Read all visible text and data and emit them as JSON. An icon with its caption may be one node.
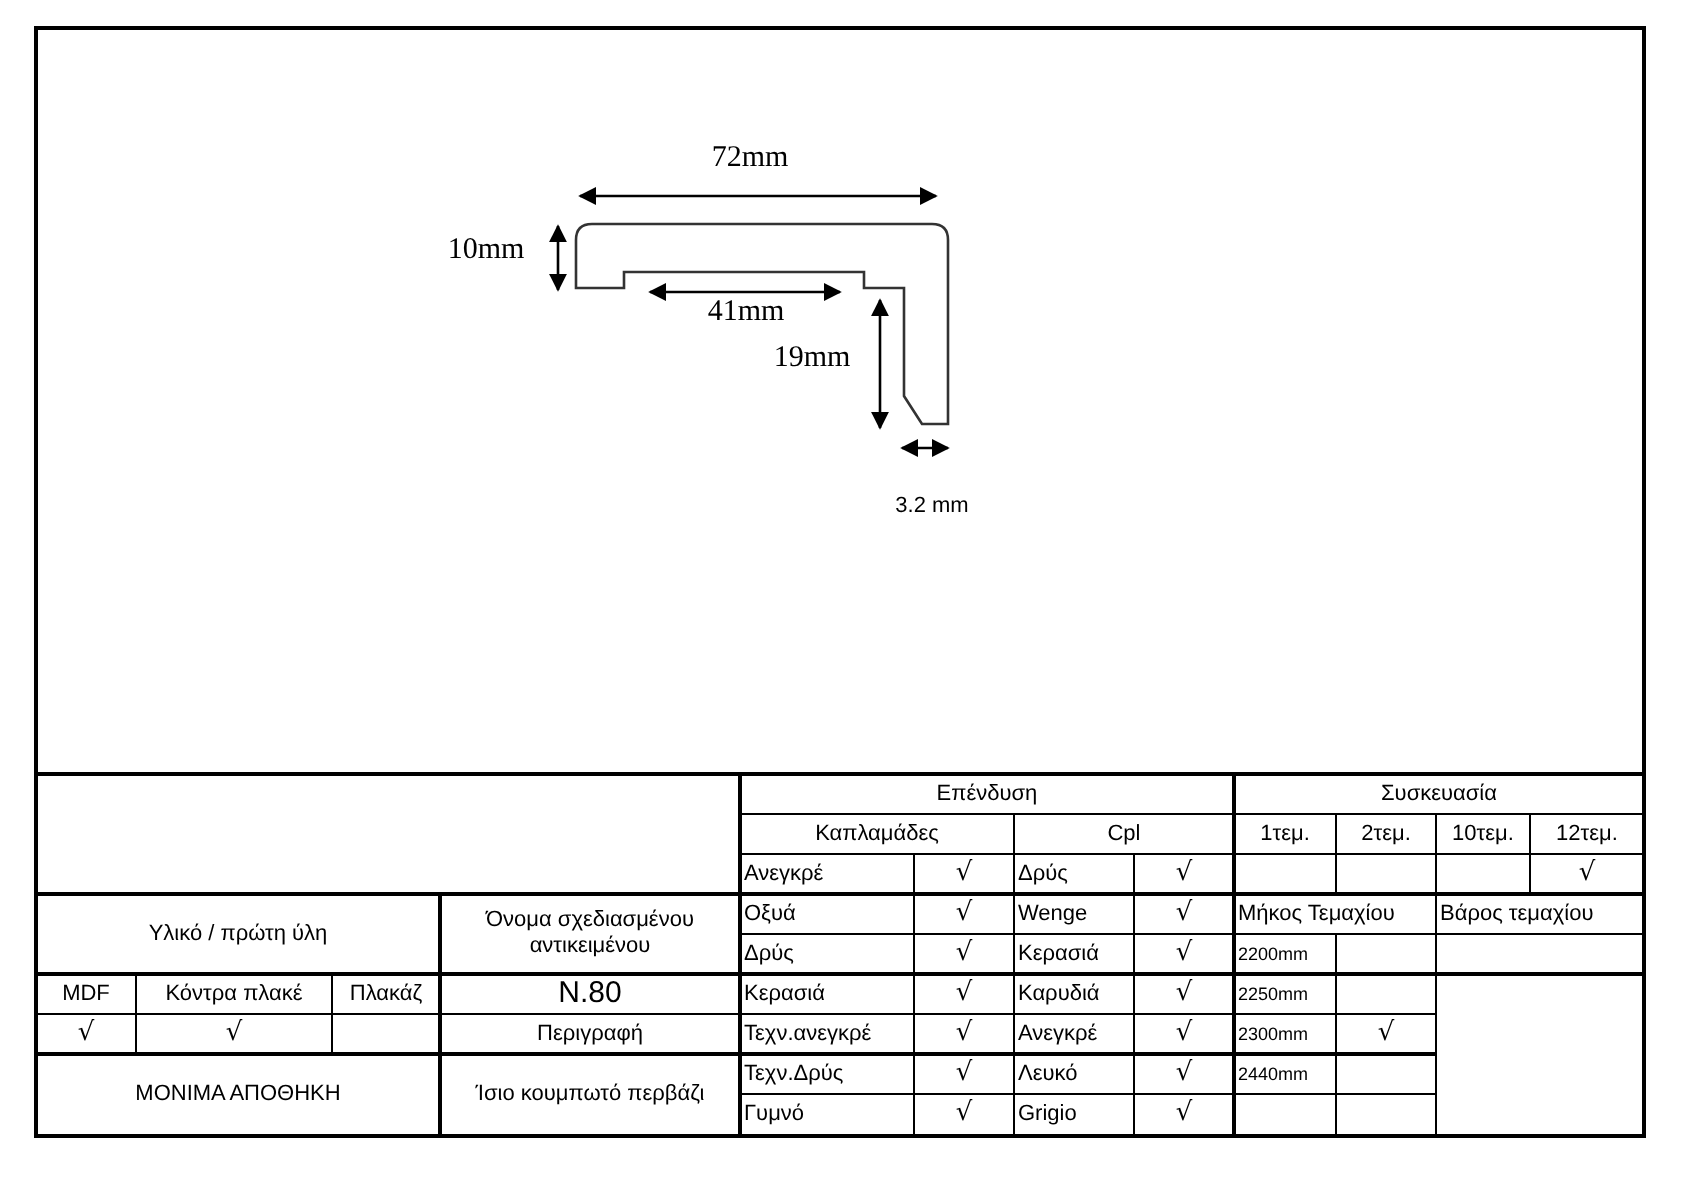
{
  "diagram": {
    "labels": [
      "72mm",
      "10mm",
      "41mm",
      "19mm",
      "3.2 mm",
      "Επένδυση",
      "Συσκευασία",
      "Καπλαμάδες",
      "Cpl",
      "1τεμ.",
      "2τεμ.",
      "10τεμ.",
      "12τεμ.",
      "Ανεγκρέ",
      "√",
      "Δρύς",
      "√",
      "√",
      "Υλικό / πρώτη ύλη",
      "Όνομα σχεδιασμένου αντικειμένου",
      "Οξυά",
      "√",
      "Wenge",
      "√",
      "Μήκος Τεμαχίου",
      "Βάρος τεμαχίου",
      "Δρύς",
      "√",
      "Κερασιά",
      "√",
      "2200mm",
      "MDF",
      "Κόντρα πλακέ",
      "Πλακάζ",
      "N.80",
      "Κερασιά",
      "√",
      "Καρυδιά",
      "√",
      "2250mm",
      "√",
      "√",
      "Περιγραφή",
      "Τεχν.ανεγκρέ",
      "√",
      "Ανεγκρέ",
      "√",
      "2300mm",
      "√",
      "ΜΟΝΙΜΑ ΑΠΟΘΗΚΗ",
      "Ίσιο κουμπωτό περβάζι",
      "Τεχν.Δρύς",
      "√",
      "Λευκό",
      "√",
      "2440mm",
      "Γυμνό",
      "√",
      "Grigio",
      "√"
    ]
  }
}
